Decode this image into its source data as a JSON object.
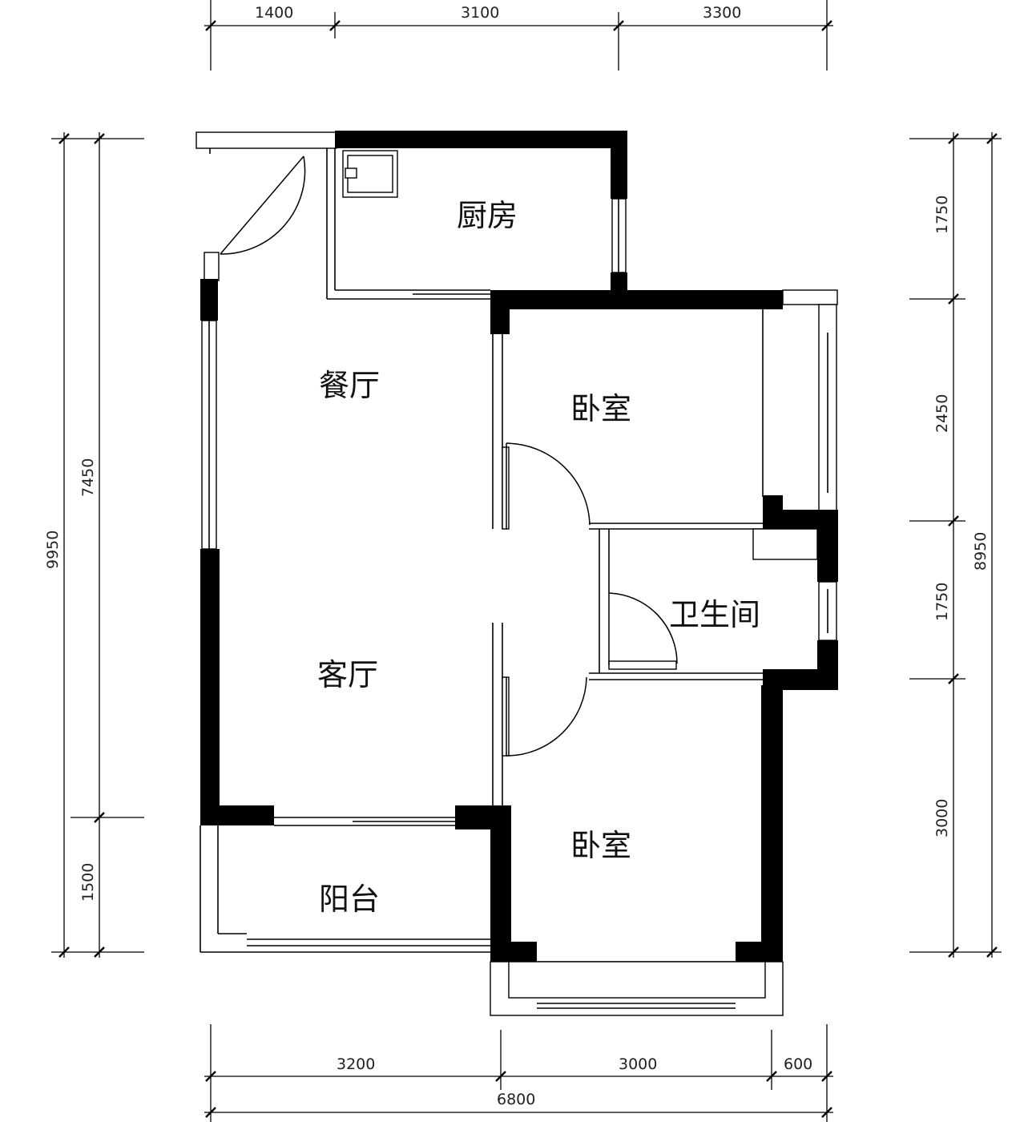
{
  "rooms": {
    "kitchen": "厨房",
    "dining": "餐厅",
    "bedroom_top": "卧室",
    "bathroom": "卫生间",
    "living": "客厅",
    "bedroom_bottom": "卧室",
    "balcony": "阳台"
  },
  "dimensions": {
    "top": [
      "1400",
      "3100",
      "3300"
    ],
    "bottom": [
      "3200",
      "3000",
      "600"
    ],
    "bottom_total": "6800",
    "left_total": "9950",
    "left": [
      "7450",
      "1500"
    ],
    "right": [
      "1750",
      "2450",
      "1750",
      "3000"
    ],
    "right_total": "8950"
  }
}
